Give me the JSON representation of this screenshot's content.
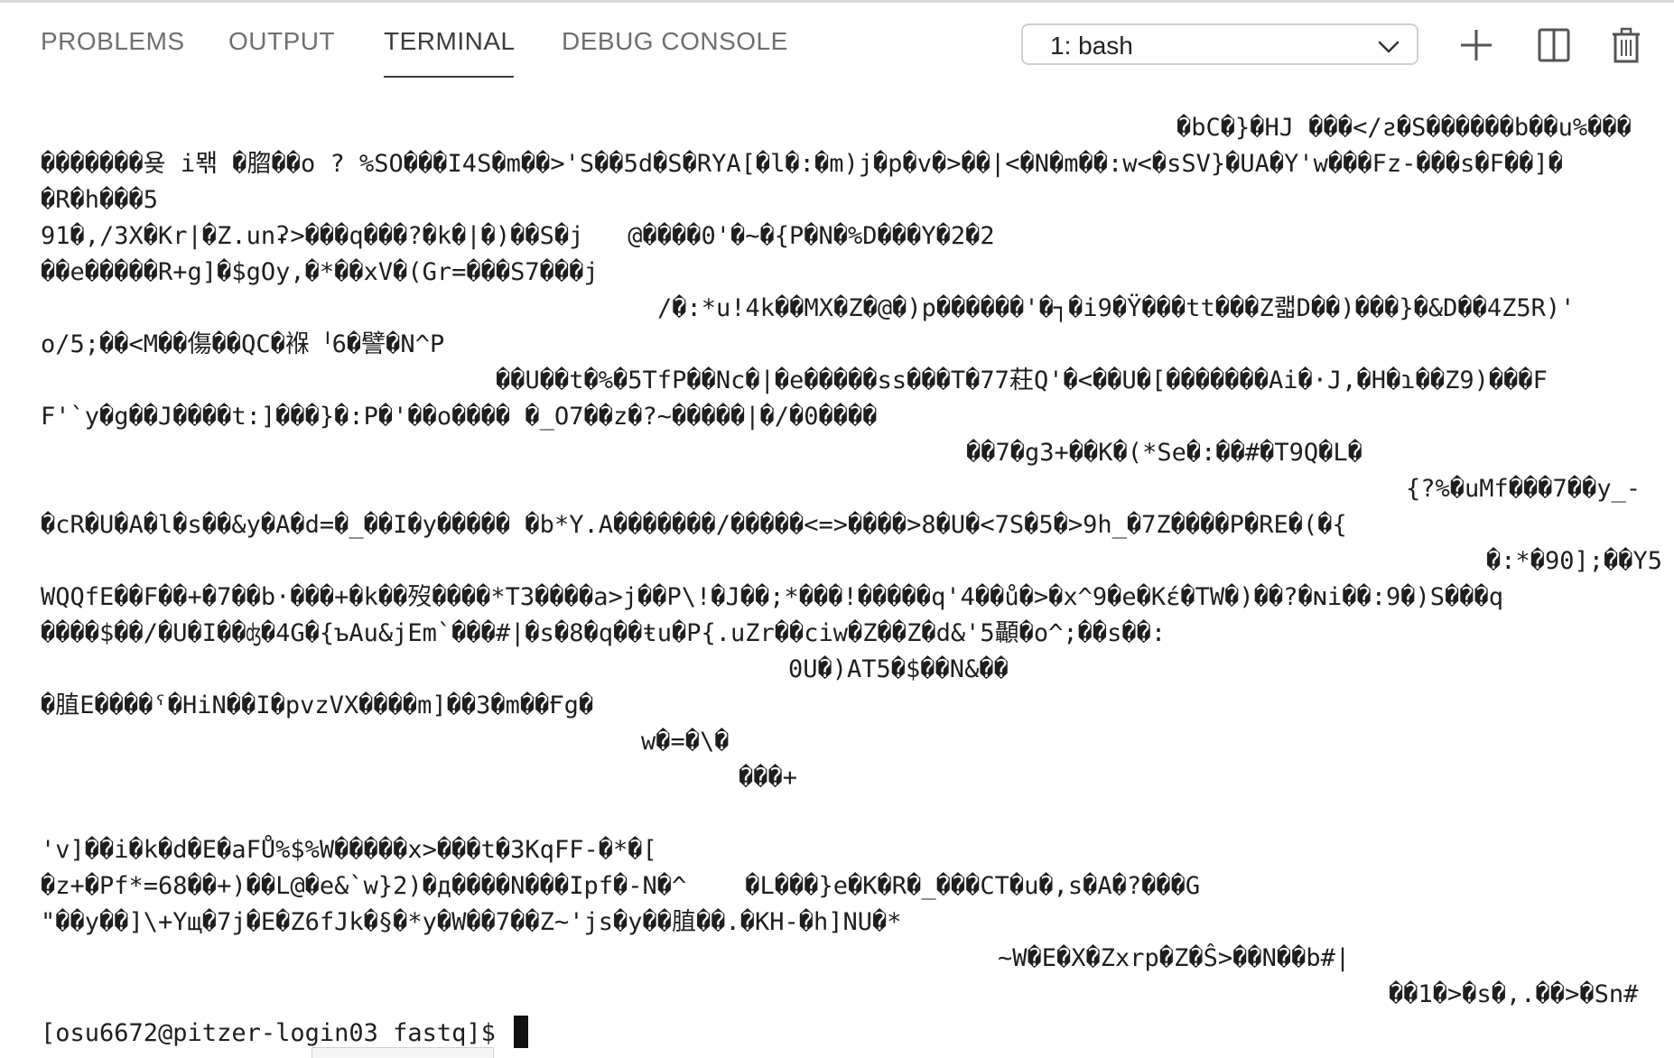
{
  "tabs": [
    {
      "label": "PROBLEMS"
    },
    {
      "label": "OUTPUT"
    },
    {
      "label": "TERMINAL"
    },
    {
      "label": "DEBUG CONSOLE"
    }
  ],
  "active_tab": "TERMINAL",
  "terminal_selector": {
    "value": "1: bash"
  },
  "toolbar_icons": [
    "plus-icon",
    "split-icon",
    "trash-icon",
    "chevron-down-icon"
  ],
  "terminal": {
    "lines": [
      "�bC�}�HJ ���</ƨ�S������b��u%���",
      "�������욪 i뫢 �䐇��o ? %SO���I4S�m��>'S��5d�S�RYA[�l�:�m)j�p�v�>��|<�N�m��:w<�sSV}�UA�Y'w���Fz-���s�F��]�",
      "�R�h���5",
      "91�,/3X�Kr|�Z.unʡ>���q���?�k�|�)��S�j   @����0'�~�{P�N�%D���Y�2�2",
      "��e�����R+g]�$gOy,�*��xV�(Gr=���S7���j",
      "/�:*u!4k��MX�Z�@�)p������'�┐�i9�Ÿ���tt���Z쾗D��)���}�&D��4Z5R)'",
      "o/5;��<M��傷��QC�褓ᅵ6�譬�N^P",
      "��U��t�%�5TfP��Nc�|�e�����ss���T�77荰Q'�<��U�[�������Ai�·J,�H�ɿ��Z9)���F",
      "F'`y�g��J����t:]���}�:P�'��o���� �_O7��z�?~�����|�/�0����",
      "��7�g3+��K�(*Se�:��#�T9Q�L�",
      "{?%�uMf���7��y_-",
      "�cR�U�A�l�s��&y�A�d=�_��I�y����� �b*Y.A�������/�����<=>����>8�U�<7S�5�>9h_�7Z����P�RE�(�{",
      "�:*�90];��Y5",
      "WQQfE��F��+�7��b·���+�k��歿����*T3����a>j��P\\!�J��;*���!�����q'4��ů�>�x^9�e�Kέ�TW�)��?�ɴi��:9�)S���q",
      "����$��/�U�I��ʤ�4G�{ъAu&jEm`���#|�s�8�q��ŧu�P{.uZr��ciw�Z��Z�d&'5顳�o^;��s��:",
      "0U�)AT5�$��N&��",
      "�䐈E����ˤ�HiN��I�pvzVX����m]��3�m��Ғg�",
      "w�=�\\�",
      "���+",
      "'v]��i�k�d�E�aFŮ%$%W�����x>���t�3KqFF-�*�[",
      "�z+�Pf*=68��+)��L@�e&`w}2)�д����N���Ipf�-N�^    �L���}e�K�R�_���CT�u�,s�A�?���G",
      "\"��y��]\\+Yщ�7j�E�Z6fJk�§�*y�W��7��Z~'js�y��䐈��.�KH-�h]NU�*",
      "~W�E�X�Zxrp�Z�Ŝ>��N��b#|",
      "��1�>�s�,.��>�Sn#",
      "[osu6672@pitzer-login03 fastq]$ "
    ]
  }
}
